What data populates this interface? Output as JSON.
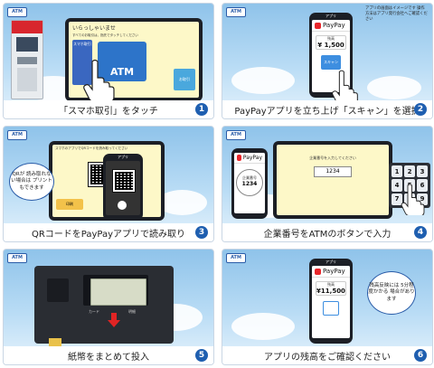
{
  "logo_text": "ATM",
  "panels": [
    {
      "caption": "「スマホ取引」をタッチ",
      "number": "1",
      "screen_title": "いらっしゃいませ",
      "screen_sub": "すべてのお取引は、指先でタッチしてください",
      "left_label": "スマホ取引",
      "center_label": "ATM",
      "right_label": "お取引"
    },
    {
      "caption": "PayPayアプリを立ち上げ「スキャン」を選択",
      "number": "2",
      "note": "アプリの画面はイメージです 操作方法はアプリ発行会社へご確認ください",
      "phone_title": "アプリ",
      "app_name": "PayPay",
      "amount_label": "残高",
      "amount": "¥ 1,500",
      "scan_label": "スキャン"
    },
    {
      "caption": "QRコードをPayPayアプリで読み取り",
      "number": "3",
      "bubble": "QRが 読み取れない場合は プリントもできます",
      "phone_title": "アプリ",
      "screen_text": "スマホのアプリでQRコードを読み取ってください",
      "print_label": "印刷"
    },
    {
      "caption": "企業番号をATMのボタンで入力",
      "number": "4",
      "app_name": "PayPay",
      "code_label": "企業番号",
      "code": "1234",
      "screen_code": "1234",
      "screen_text": "企業番号を入力してください",
      "keys": [
        "1",
        "2",
        "3",
        "4",
        "5",
        "6",
        "7",
        "8",
        "9"
      ]
    },
    {
      "caption": "紙幣をまとめて投入",
      "number": "5",
      "slot_label": "カード",
      "slot_label2": "明細"
    },
    {
      "caption": "アプリの残高をご確認ください",
      "number": "6",
      "phone_title": "アプリ",
      "app_name": "PayPay",
      "amount_label": "残高",
      "amount": "¥11,500",
      "bubble": "残高反映には 5分程度かかる 場合があります"
    }
  ],
  "colors": {
    "accent": "#1f5fb0",
    "paypay_red": "#e8262b",
    "screen_yellow": "#fdf8c8"
  }
}
